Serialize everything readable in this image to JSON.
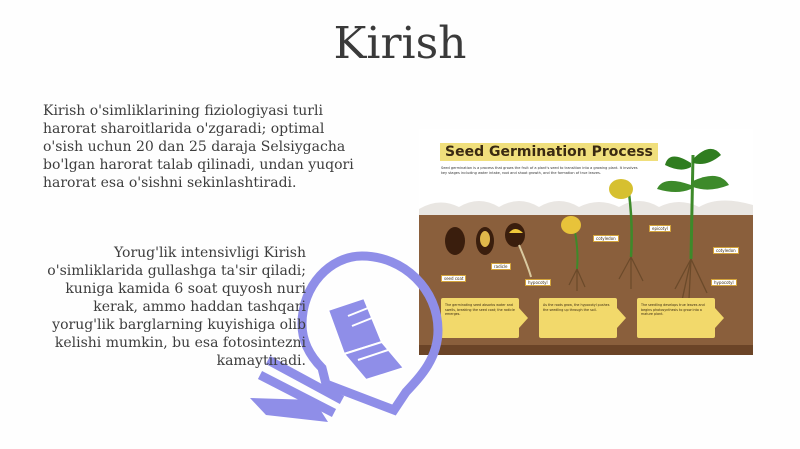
{
  "slide": {
    "title": "Kirish",
    "paragraph1": "Kirish o'simliklarining fiziologiyasi turli harorat sharoitlarida o'zgaradi; optimal o'sish uchun 20 dan 25 daraja Selsiygacha bo'lgan harorat talab qilinadi, undan yuqori harorat esa o'sishni sekinlashtiradi.",
    "paragraph2": "Yorug'lik intensivligi Kirish o'simliklarida gullashga ta'sir qiladi; kuniga kamida 6 soat quyosh nuri kerak, ammo haddan tashqari yorug'lik barglarning kuyishiga olib kelishi mumkin, bu esa fotosintezni kamaytiradi."
  },
  "bulb_icon": {
    "icon": "lightbulb-with-book-icon",
    "color": "#8f8ee8"
  },
  "figure": {
    "title": "Seed Germination Process",
    "description": "Seed germination is a process that grows the fruit of a plant's seed to transition into a growing plant. It involves key stages including water intake, root and shoot growth, and the formation of true leaves.",
    "labels": [
      "seed coat",
      "radicle",
      "hypocotyl",
      "cotyledon",
      "epicotyl",
      "cotyledon",
      "hypocotyl"
    ],
    "panels": [
      "The germinating seed absorbs water and swells, breaking the seed coat; the radicle emerges.",
      "As the roots grow, the hypocotyl pushes the seedling up through the soil.",
      "The seedling develops true leaves and begins photosynthesis to grow into a mature plant."
    ],
    "colors": {
      "soil": "#8a5f3c",
      "sky": "#ffffff",
      "panel": "#f2d96b",
      "leaf": "#3d8a2a"
    }
  }
}
